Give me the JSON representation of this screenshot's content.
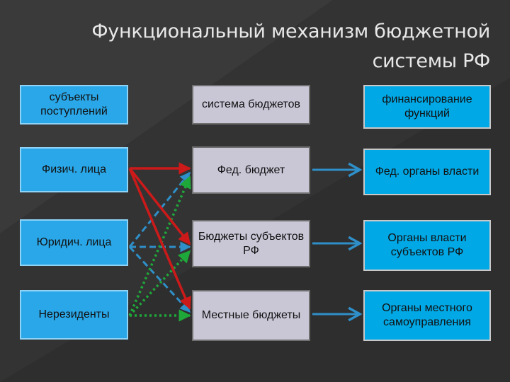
{
  "title": {
    "line1": "Функциональный механизм бюджетной",
    "line2": "системы РФ"
  },
  "columns": {
    "sources": {
      "header": "субъекты поступлений",
      "items": [
        "Физич. лица",
        "Юридич. лица",
        "Нерезиденты"
      ]
    },
    "budgets": {
      "header": "система бюджетов",
      "items": [
        "Фед. бюджет",
        "Бюджеты субъектов РФ",
        "Местные бюджеты"
      ]
    },
    "functions": {
      "header": "финансирование функций",
      "items": [
        "Фед. органы власти",
        "Органы власти субъектов РФ",
        "Органы местного самоуправления"
      ]
    }
  },
  "colors": {
    "background": "#2e2e2e",
    "source_box": "#2aa7e8",
    "budget_box": "#c9c6d6",
    "function_box": "#00a8e6",
    "arrow_individuals": "#cc1a1a",
    "arrow_legal": "#2f8fc8",
    "arrow_nonresidents": "#1fa83a",
    "arrow_budget_to_function": "#2f8fc8"
  }
}
